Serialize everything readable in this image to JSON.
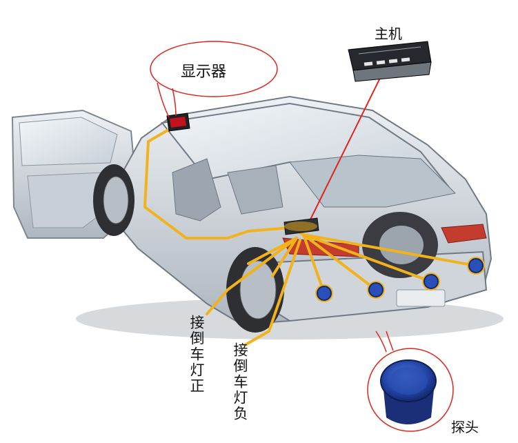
{
  "labels": {
    "display": "显示器",
    "main_unit": "主机",
    "reverse_light_positive": "接倒车灯正",
    "reverse_light_negative": "接倒车灯负",
    "probe": "探头"
  },
  "colors": {
    "wire": "#f2b21a",
    "red_line": "#e0241b",
    "callout": "#e0241b",
    "sensor": "#2a4fb7",
    "car_body": "#d8dde3",
    "car_shadow": "#8a929c"
  },
  "icons": [
    "display-unit-icon",
    "main-unit-icon",
    "sensor-probe-icon"
  ]
}
